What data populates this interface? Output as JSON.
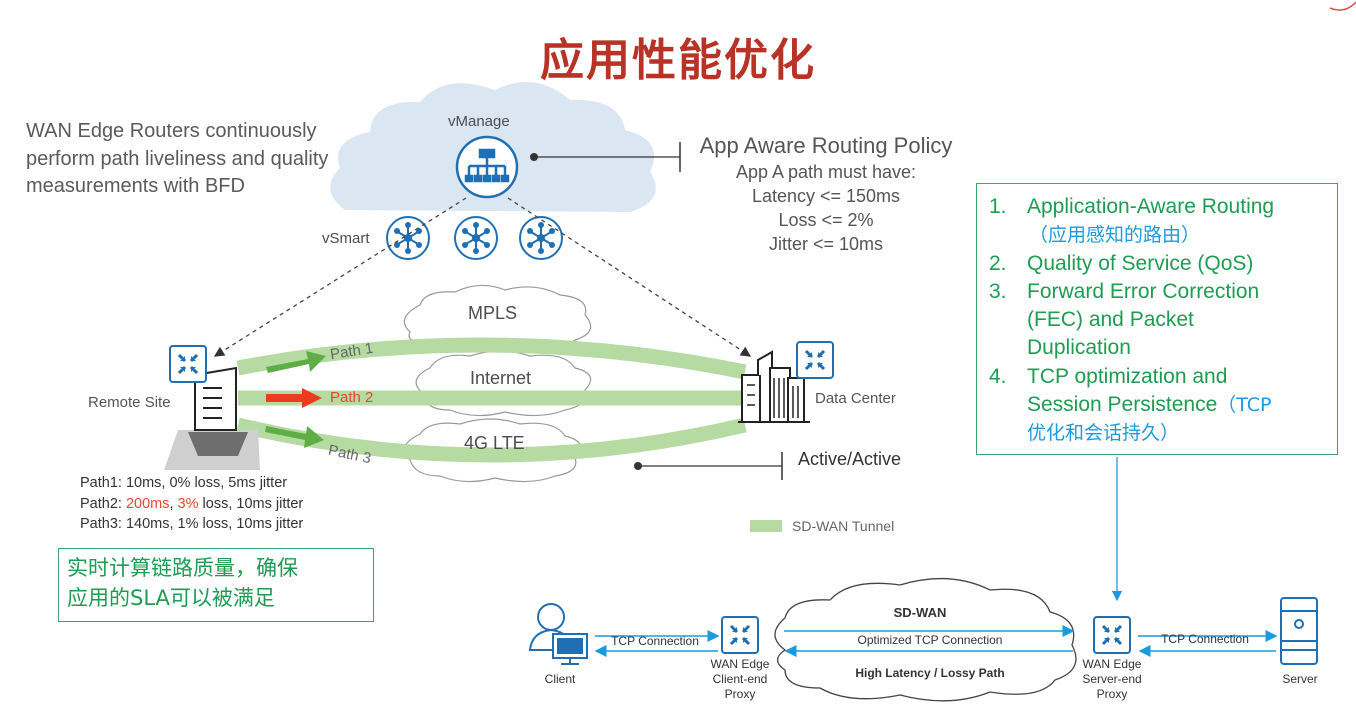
{
  "title": "应用性能优化",
  "intro": "WAN Edge Routers continuously perform path liveliness and quality measurements with BFD",
  "vmanage_label": "vManage",
  "vsmart_label": "vSmart",
  "policy": {
    "title": "App Aware Routing Policy",
    "lines": [
      "App A path must have:",
      "Latency <= 150ms",
      "Loss <= 2%",
      "Jitter <= 10ms"
    ]
  },
  "transports": [
    "MPLS",
    "Internet",
    "4G LTE"
  ],
  "paths": [
    "Path 1",
    "Path 2",
    "Path 3"
  ],
  "remote_site_label": "Remote Site",
  "data_center_label": "Data Center",
  "active_label": "Active/Active",
  "legend_label": "SD-WAN Tunnel",
  "metrics": {
    "path1": "Path1: 10ms, 0% loss, 5ms jitter",
    "path2_prefix": "Path2: ",
    "path2_latency": "200ms",
    "path2_sep": ", ",
    "path2_loss": "3%",
    "path2_rest": " loss, 10ms jitter",
    "path3": "Path3: 140ms, 1% loss, 10ms jitter"
  },
  "note_line1": "实时计算链路质量，确保",
  "note_line2": "应用的SLA可以被满足",
  "features": [
    {
      "num": "1.",
      "line1": "Application-Aware Routing",
      "cn": "（应用感知的路由）"
    },
    {
      "num": "2.",
      "line1": "Quality of Service (QoS)"
    },
    {
      "num": "3.",
      "line1": "Forward Error Correction",
      "line2": "(FEC) and Packet",
      "line3": "Duplication"
    },
    {
      "num": "4.",
      "line1": "TCP optimization and",
      "line2": "Session Persistence",
      "cn_tail": "（TCP",
      "cn_line": "优化和会话持久）"
    }
  ],
  "bottom": {
    "sdwan_label": "SD-WAN",
    "client": "Client",
    "tcp_left": "TCP Connection",
    "edge_client": [
      "WAN Edge",
      "Client-end",
      "Proxy"
    ],
    "optimized": "Optimized TCP Connection",
    "lossy": "High Latency / Lossy Path",
    "edge_server": [
      "WAN Edge",
      "Server-end",
      "Proxy"
    ],
    "tcp_right": "TCP Connection",
    "server": "Server"
  },
  "colors": {
    "title": "#b83225",
    "green_text": "#1e9c52",
    "chinese_blue": "#1a9be0",
    "tunnel": "#b5dba2",
    "arrow_green": "#5fae45",
    "arrow_red": "#ee3a1e",
    "router_blue": "#1f6fb4"
  }
}
